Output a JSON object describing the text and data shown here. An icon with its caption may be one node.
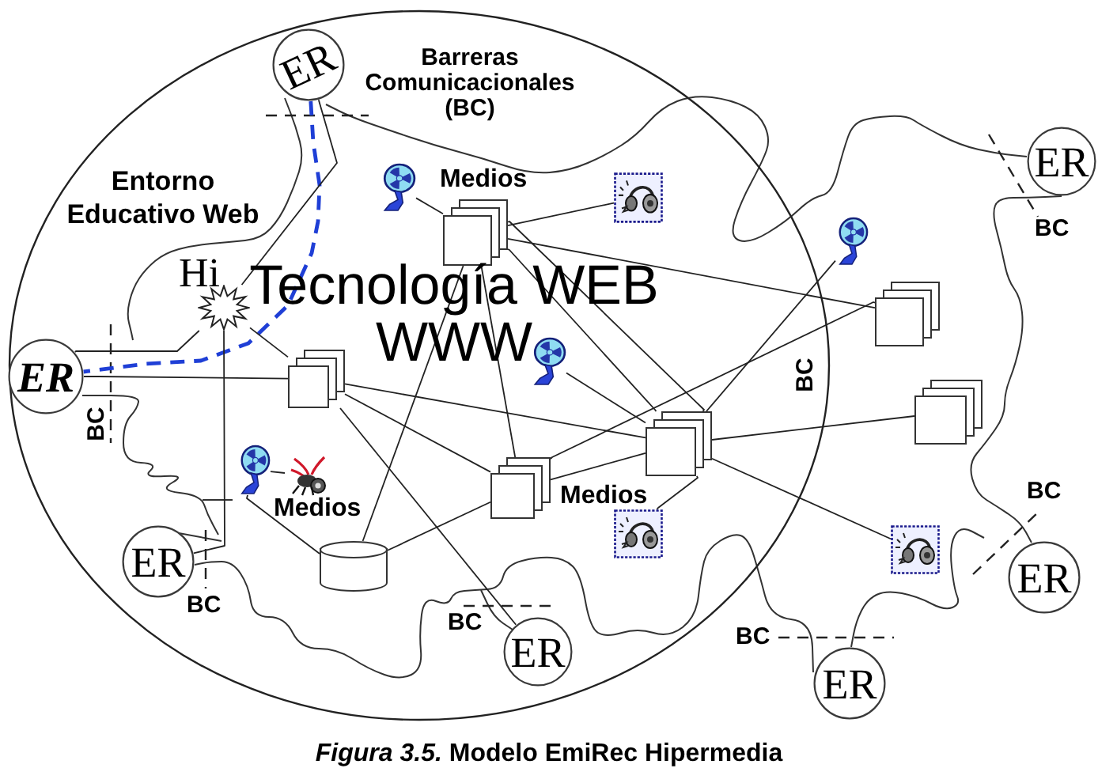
{
  "diagram": {
    "caption": "*Figura 3.5.* Modelo EmiRec Hipermedia",
    "nodes": [
      {
        "text": [
          "Entorno Educativo Web"
        ]
      },
      {
        "text": [
          "ER"
        ],
        "in": 0
      },
      {
        "text": [
          "Hi"
        ],
        "in": 0
      },
      {
        "text": [],
        "shape": "picture",
        "in": 0
      },
      {
        "text": [],
        "shape": "box",
        "in": 0
      },
      {
        "text": [],
        "shape": "picture",
        "in": 0
      },
      {
        "text": [
          "ER"
        ]
      },
      {
        "text": [],
        "shape": "picture"
      },
      {
        "text": [],
        "shape": "box"
      },
      {
        "text": [
          "ER"
        ],
        "in": 0
      },
      {
        "text": [],
        "shape": "box",
        "in": 0
      },
      {
        "text": [],
        "shape": "picture",
        "in": 0
      },
      {
        "text": [],
        "shape": "box"
      },
      {
        "text": [],
        "shape": "box",
        "in": 0
      },
      {
        "text": [],
        "shape": "picture",
        "in": 0
      },
      {
        "text": [],
        "shape": "picture",
        "in": 0
      },
      {
        "text": [],
        "shape": "box",
        "in": 0
      },
      {
        "text": [],
        "shape": "picture",
        "in": 0
      },
      {
        "text": [],
        "shape": "picture"
      },
      {
        "text": [],
        "shape": "cylinder",
        "in": 0
      },
      {
        "text": [
          "ER"
        ],
        "in": 0
      },
      {
        "text": [
          "ER"
        ]
      },
      {
        "text": [
          "ER"
        ],
        "in": 0
      },
      {
        "text": [
          "ER"
        ]
      }
    ],
    "edges": [
      {
        "from": 1,
        "to": 9,
        "arrow": "none",
        "style": "dashed",
        "color": "#1f3fd6"
      },
      {
        "from": 1,
        "to": 2,
        "arrow": "none"
      },
      {
        "from": 9,
        "to": 2,
        "arrow": "none"
      },
      {
        "from": 2,
        "to": 20,
        "arrow": "none"
      },
      {
        "from": 2,
        "to": 10,
        "arrow": "none"
      },
      {
        "from": 9,
        "to": 10,
        "arrow": "none"
      },
      {
        "from": 3,
        "to": 4,
        "arrow": "none"
      },
      {
        "from": 4,
        "to": 5,
        "arrow": "none"
      },
      {
        "from": 4,
        "to": 8,
        "arrow": "none"
      },
      {
        "from": 4,
        "to": 13,
        "arrow": "none"
      },
      {
        "from": 4,
        "to": 13,
        "arrow": "none"
      },
      {
        "from": 4,
        "to": 16,
        "arrow": "none"
      },
      {
        "from": 4,
        "to": 19,
        "arrow": "none"
      },
      {
        "from": 10,
        "to": 16,
        "arrow": "none"
      },
      {
        "from": 10,
        "to": 13,
        "arrow": "none"
      },
      {
        "from": 10,
        "to": 22,
        "arrow": "none"
      },
      {
        "from": 11,
        "to": 13,
        "arrow": "none"
      },
      {
        "from": 7,
        "to": 13,
        "arrow": "none"
      },
      {
        "from": 16,
        "to": 8,
        "arrow": "none"
      },
      {
        "from": 16,
        "to": 13,
        "arrow": "none"
      },
      {
        "from": 19,
        "to": 16,
        "arrow": "none"
      },
      {
        "from": 13,
        "to": 12,
        "arrow": "none"
      },
      {
        "from": 13,
        "to": 17,
        "arrow": "none"
      },
      {
        "from": 13,
        "to": 18,
        "arrow": "none"
      },
      {
        "from": 14,
        "to": 15,
        "arrow": "none"
      },
      {
        "from": 14,
        "to": 19,
        "arrow": "none"
      }
    ],
    "labels": [
      "Barreras Comunicacionales (BC)",
      "Medios",
      "BC",
      "Tecnología WEB WWW",
      "BC",
      "BC",
      "BC",
      "Medios",
      "Medios",
      "BC",
      "BC",
      "BC"
    ]
  }
}
